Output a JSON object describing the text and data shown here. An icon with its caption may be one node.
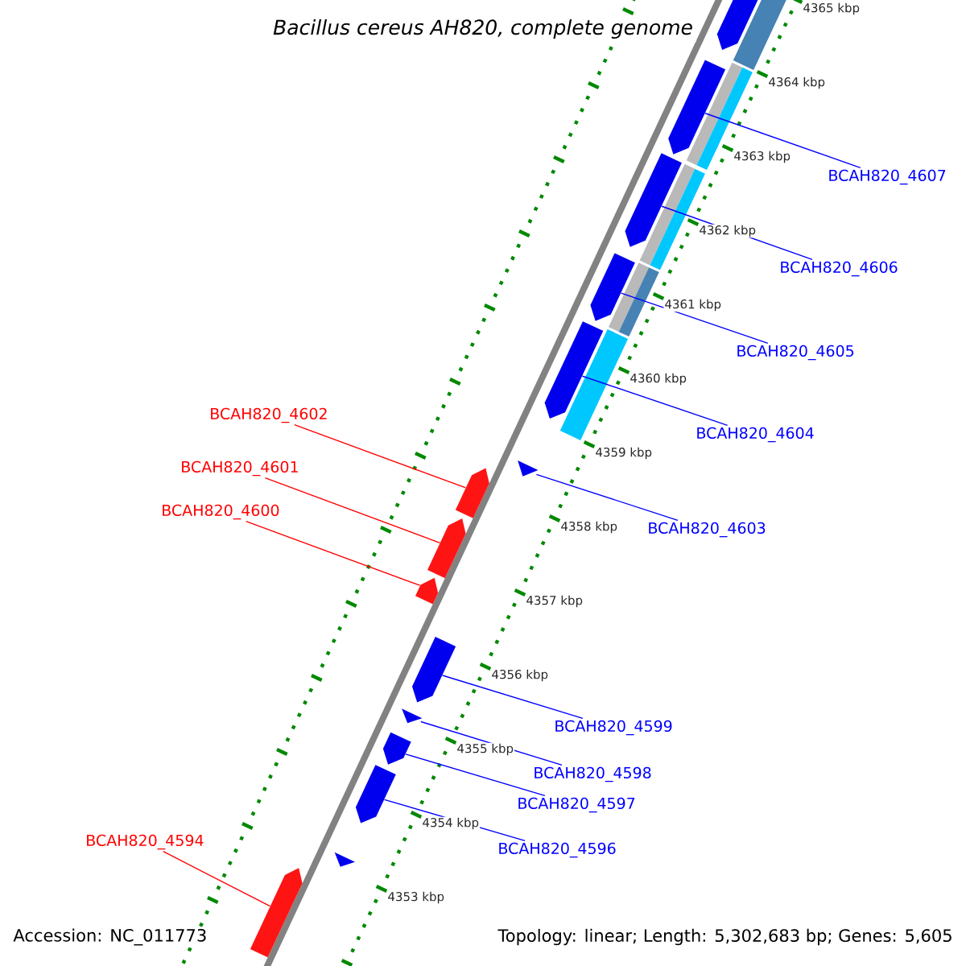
{
  "diagram": {
    "title": "Bacillus cereus AH820, complete genome",
    "nodes": [
      {
        "text": [
          "BCAH820_4607"
        ]
      },
      {
        "text": [],
        "shape": "arrow"
      },
      {
        "text": [
          "BCAH820_4606"
        ]
      },
      {
        "text": [],
        "shape": "arrow"
      },
      {
        "text": [
          "BCAH820_4605"
        ]
      },
      {
        "text": [],
        "shape": "arrow"
      },
      {
        "text": [
          "BCAH820_4602"
        ]
      },
      {
        "text": [],
        "shape": "arrow"
      },
      {
        "text": [
          "BCAH820_4604"
        ]
      },
      {
        "text": [],
        "shape": "arrow"
      },
      {
        "text": [
          "BCAH820_4601"
        ]
      },
      {
        "text": [],
        "shape": "arrow"
      },
      {
        "text": [
          "BCAH820_4600"
        ]
      },
      {
        "text": [],
        "shape": "arrow"
      },
      {
        "text": [
          "BCAH820_4603"
        ]
      },
      {
        "text": [],
        "shape": "arrow"
      },
      {
        "text": [
          "BCAH820_4599"
        ]
      },
      {
        "text": [],
        "shape": "arrow"
      },
      {
        "text": [
          "BCAH820_4598"
        ]
      },
      {
        "text": [],
        "shape": "arrow"
      },
      {
        "text": [
          "BCAH820_4597"
        ]
      },
      {
        "text": [],
        "shape": "arrow"
      },
      {
        "text": [
          "BCAH820_4594"
        ]
      },
      {
        "text": [],
        "shape": "arrow"
      },
      {
        "text": [
          "BCAH820_4596"
        ]
      },
      {
        "text": [],
        "shape": "arrow"
      }
    ],
    "edges": [
      {
        "from": 0,
        "to": 1,
        "arrow": "none"
      },
      {
        "from": 2,
        "to": 3,
        "arrow": "none"
      },
      {
        "from": 4,
        "to": 5,
        "arrow": "none"
      },
      {
        "from": 6,
        "to": 7,
        "arrow": "none",
        "color": "#ff0000"
      },
      {
        "from": 8,
        "to": 9,
        "arrow": "none"
      },
      {
        "from": 10,
        "to": 11,
        "arrow": "none",
        "color": "#ff0000"
      },
      {
        "from": 12,
        "to": 13,
        "arrow": "none",
        "color": "#ff0000"
      },
      {
        "from": 14,
        "to": 15,
        "arrow": "none"
      },
      {
        "from": 16,
        "to": 17,
        "arrow": "none"
      },
      {
        "from": 18,
        "to": 19,
        "arrow": "none"
      },
      {
        "from": 20,
        "to": 21,
        "arrow": "none"
      },
      {
        "from": 22,
        "to": 23,
        "arrow": "none",
        "color": "#ff0000"
      },
      {
        "from": 24,
        "to": 25,
        "arrow": "none"
      }
    ],
    "labels": [
      "4365 kbp",
      "4364 kbp",
      "4363 kbp",
      "4362 kbp",
      "4361 kbp",
      "4360 kbp",
      "4359 kbp",
      "4358 kbp",
      "4357 kbp",
      "4356 kbp",
      "4355 kbp",
      "4354 kbp",
      "4353 kbp",
      "Accession: NC_011773",
      "Topology: linear; Length: 5,302,683 bp; Genes: 5,605"
    ]
  }
}
